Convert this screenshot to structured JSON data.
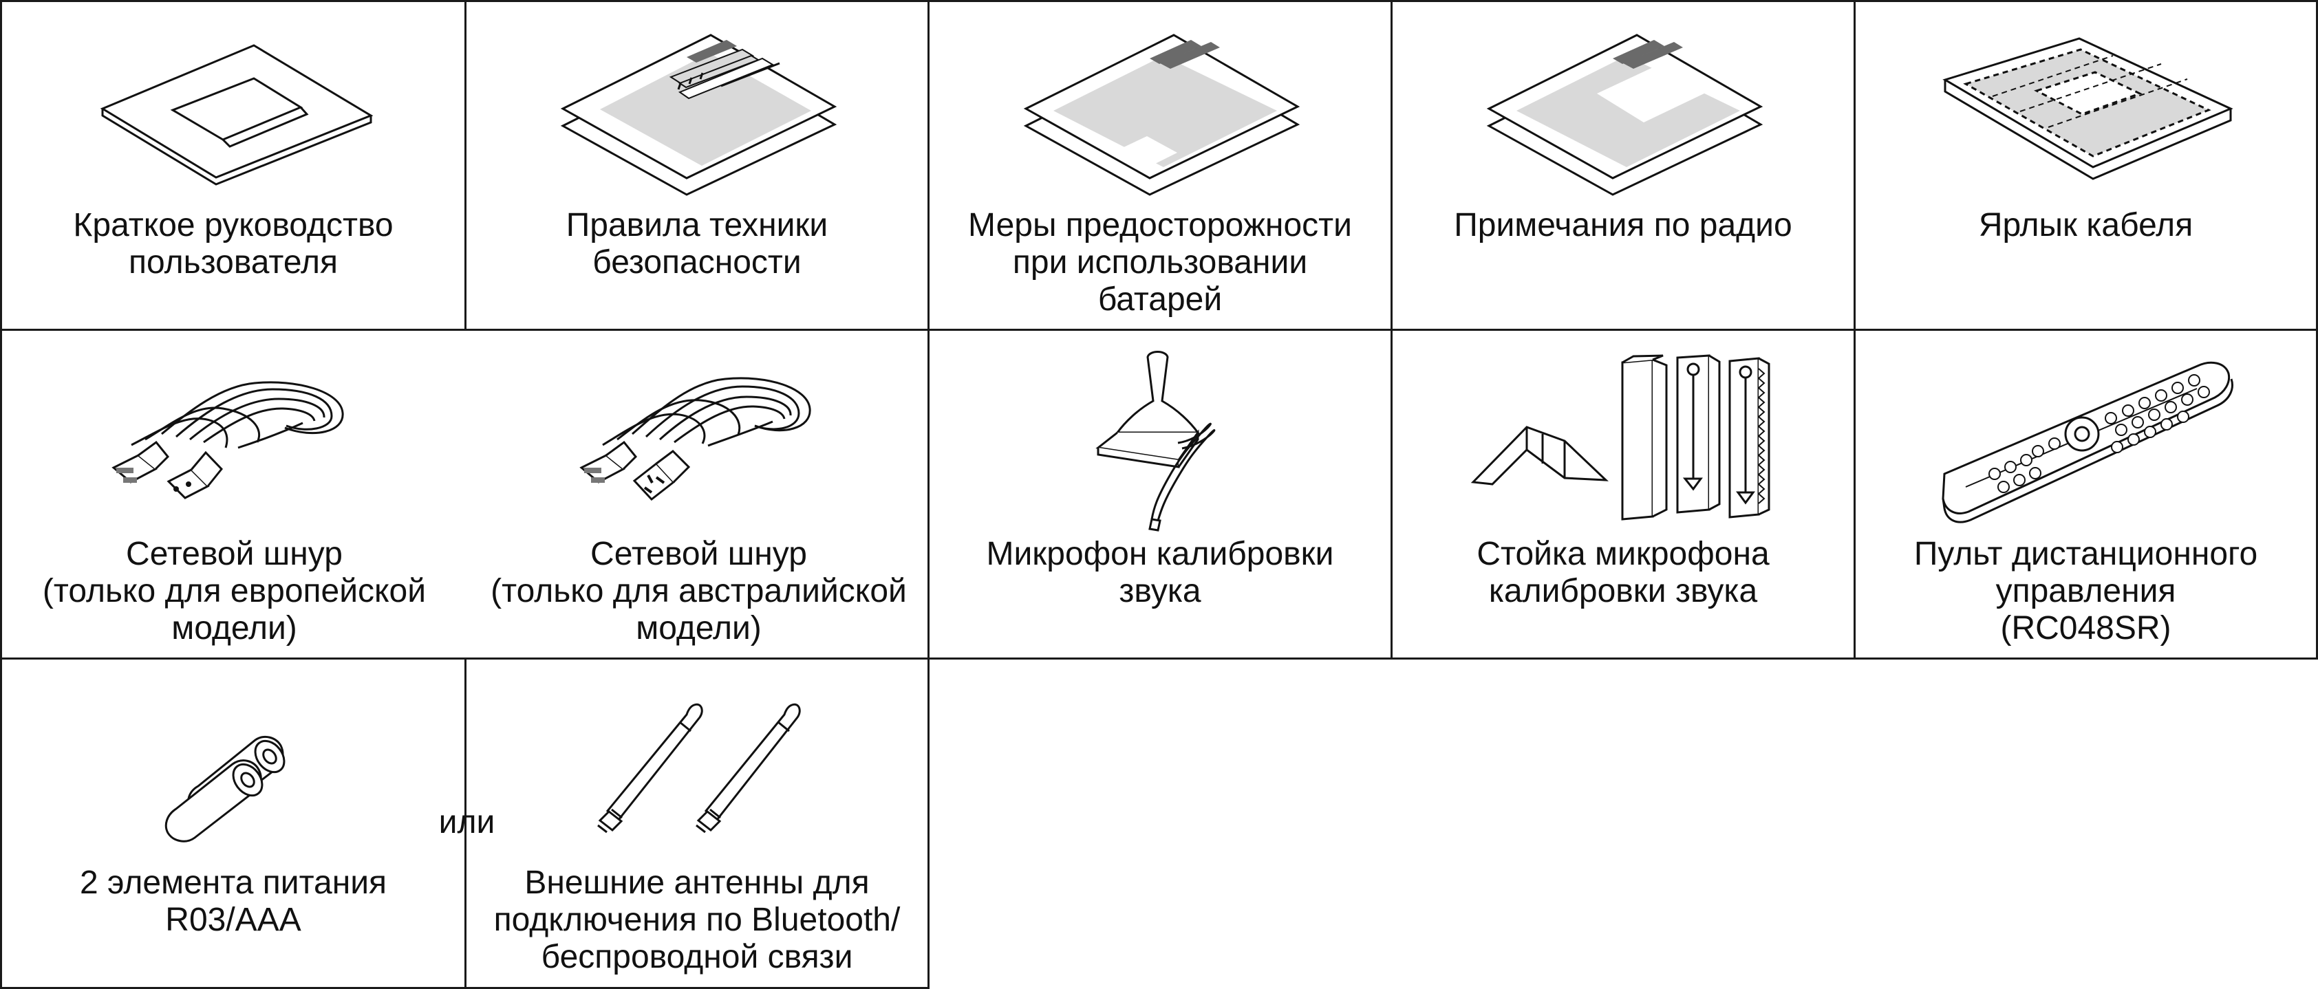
{
  "items": [
    {
      "id": "quick-start-guide",
      "caption": [
        "Краткое руководство",
        "пользователя"
      ],
      "icon": "booklet-icon"
    },
    {
      "id": "safety-instructions",
      "caption": [
        "Правила техники",
        "безопасности"
      ],
      "icon": "document-icon"
    },
    {
      "id": "battery-precautions",
      "caption": [
        "Меры предосторожности",
        "при использовании",
        "батарей"
      ],
      "icon": "document-icon"
    },
    {
      "id": "radio-notes",
      "caption": [
        "Примечания по радио"
      ],
      "icon": "document-icon"
    },
    {
      "id": "cable-label",
      "caption": [
        "Ярлык кабеля"
      ],
      "icon": "label-sheet-icon"
    },
    {
      "id": "power-cord-eu",
      "caption": [
        "Сетевой шнур",
        "(только для европейской",
        "модели)"
      ],
      "icon": "power-cord-icon"
    },
    {
      "id": "power-cord-au",
      "caption": [
        "Сетевой шнур",
        "(только для австралийской",
        "модели)"
      ],
      "icon": "power-cord-icon"
    },
    {
      "id": "calibration-microphone",
      "caption": [
        "Микрофон калибровки",
        "звука"
      ],
      "icon": "microphone-icon"
    },
    {
      "id": "microphone-stand",
      "caption": [
        "Стойка микрофона",
        "калибровки звука"
      ],
      "icon": "stand-icon"
    },
    {
      "id": "remote-control",
      "caption": [
        "Пульт дистанционного",
        "управления",
        "(RC048SR)"
      ],
      "icon": "remote-control-icon"
    },
    {
      "id": "batteries",
      "caption": [
        "2 элемента питания",
        "R03/AAA"
      ],
      "icon": "battery-icon"
    },
    {
      "id": "external-antennas",
      "caption": [
        "Внешние антенны для",
        "подключения по Bluetooth/",
        "беспроводной связи"
      ],
      "icon": "antenna-icon"
    }
  ],
  "or_label": "или"
}
